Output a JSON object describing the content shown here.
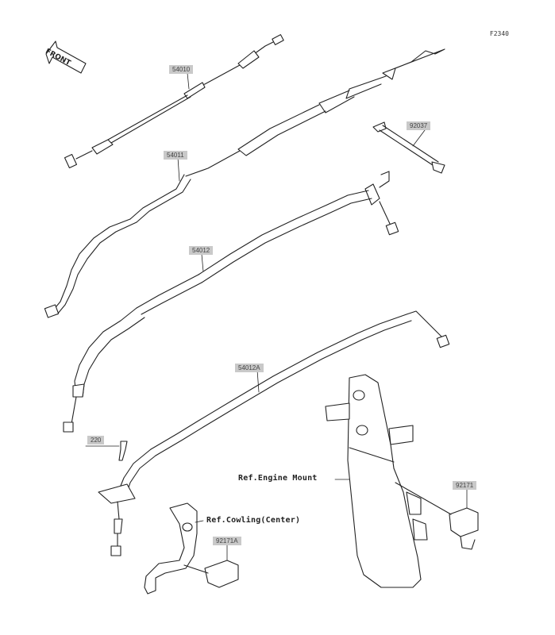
{
  "figure_id": "F2340",
  "front_label": "FRONT",
  "parts": {
    "p54010": "54010",
    "p54011": "54011",
    "p54012": "54012",
    "p54012A": "54012A",
    "p92037": "92037",
    "p220": "220",
    "p92171": "92171",
    "p92171A": "92171A"
  },
  "refs": {
    "engine_mount": "Ref.Engine Mount",
    "cowling_center": "Ref.Cowling(Center)"
  }
}
